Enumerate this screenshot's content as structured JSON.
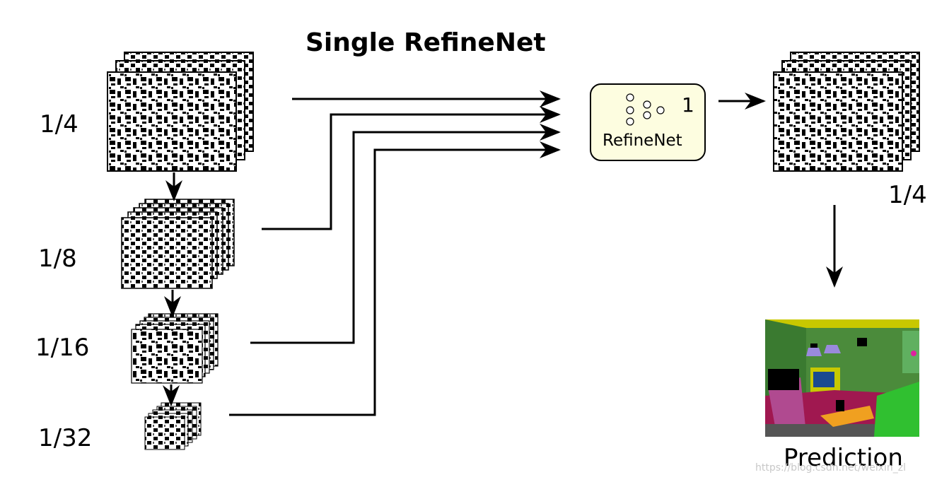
{
  "title": "Single RefineNet",
  "scales": [
    "1/4",
    "1/8",
    "1/16",
    "1/32"
  ],
  "output_scale": "1/4",
  "refinenet": {
    "label": "RefineNet",
    "index": "1"
  },
  "prediction_label": "Prediction",
  "watermark": "https://blog.csdn.net/weixin_zl",
  "colors": {
    "refinenet_fill": "#fdfde0",
    "arrow": "#000000"
  }
}
